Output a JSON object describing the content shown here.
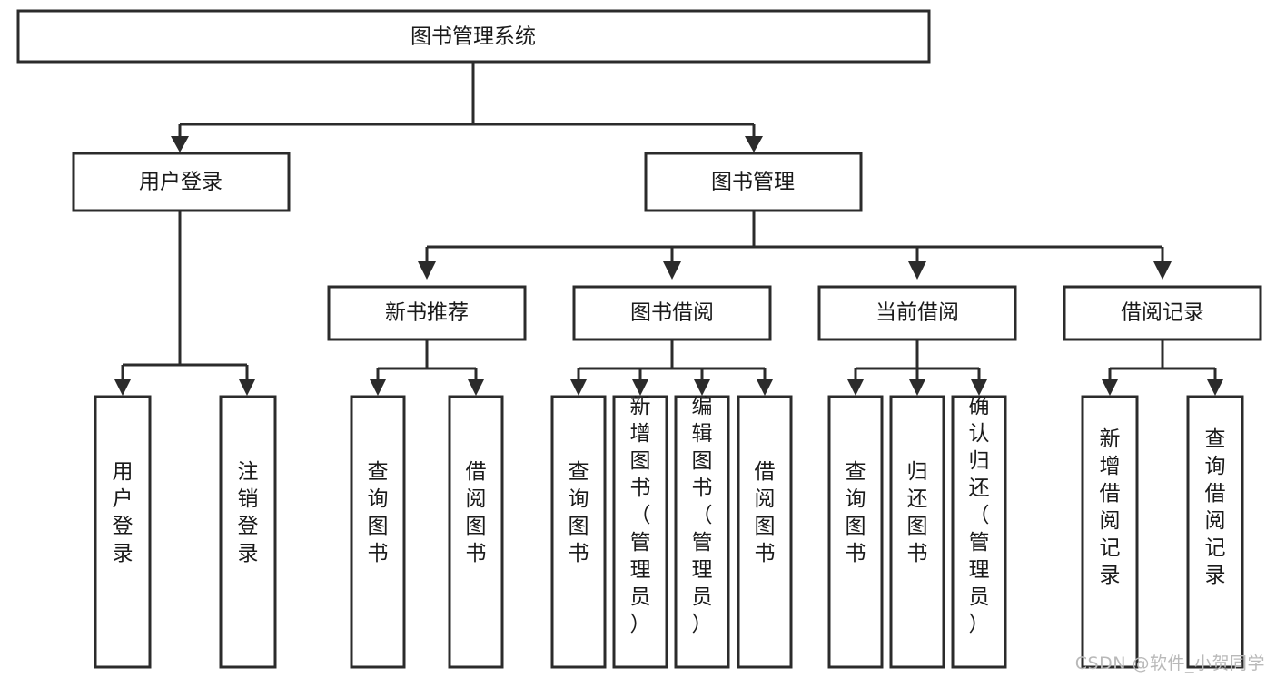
{
  "diagram": {
    "title": "图书管理系统",
    "watermark": "CSDN @软件_小贺同学",
    "orientation": "top-down-tree",
    "colors": {
      "background": "#ffffff",
      "box_stroke": "#2b2b2b",
      "box_fill": "#ffffff",
      "text": "#1a1a1a",
      "watermark": "#b9b9b9"
    },
    "nodes": {
      "root": {
        "label": "图书管理系统",
        "level": 1,
        "orientation": "horizontal"
      },
      "l2": [
        {
          "id": "user-login",
          "label": "用户登录",
          "level": 2,
          "orientation": "horizontal"
        },
        {
          "id": "book-manage",
          "label": "图书管理",
          "level": 2,
          "orientation": "horizontal"
        }
      ],
      "l3": [
        {
          "id": "new-book-recommend",
          "label": "新书推荐",
          "level": 3,
          "orientation": "horizontal"
        },
        {
          "id": "book-borrow",
          "label": "图书借阅",
          "level": 3,
          "orientation": "horizontal"
        },
        {
          "id": "current-borrow",
          "label": "当前借阅",
          "level": 3,
          "orientation": "horizontal"
        },
        {
          "id": "borrow-record",
          "label": "借阅记录",
          "level": 3,
          "orientation": "horizontal"
        }
      ],
      "leaves": [
        {
          "id": "leaf-user-login",
          "label": "用户登录",
          "parent": "user-login",
          "orientation": "vertical"
        },
        {
          "id": "leaf-user-logout",
          "label": "注销登录",
          "parent": "user-login",
          "orientation": "vertical"
        },
        {
          "id": "leaf-query-book-1",
          "label": "查询图书",
          "parent": "new-book-recommend",
          "orientation": "vertical"
        },
        {
          "id": "leaf-borrow-book-1",
          "label": "借阅图书",
          "parent": "new-book-recommend",
          "orientation": "vertical"
        },
        {
          "id": "leaf-query-book-2",
          "label": "查询图书",
          "parent": "book-borrow",
          "orientation": "vertical"
        },
        {
          "id": "leaf-add-book",
          "label": "新增图书（管理员）",
          "parent": "book-borrow",
          "orientation": "vertical"
        },
        {
          "id": "leaf-edit-book",
          "label": "编辑图书（管理员）",
          "parent": "book-borrow",
          "orientation": "vertical"
        },
        {
          "id": "leaf-borrow-book-2",
          "label": "借阅图书",
          "parent": "book-borrow",
          "orientation": "vertical"
        },
        {
          "id": "leaf-query-book-3",
          "label": "查询图书",
          "parent": "current-borrow",
          "orientation": "vertical"
        },
        {
          "id": "leaf-return-book",
          "label": "归还图书",
          "parent": "current-borrow",
          "orientation": "vertical"
        },
        {
          "id": "leaf-confirm-return",
          "label": "确认归还（管理员）",
          "parent": "current-borrow",
          "orientation": "vertical"
        },
        {
          "id": "leaf-add-record",
          "label": "新增借阅记录",
          "parent": "borrow-record",
          "orientation": "vertical"
        },
        {
          "id": "leaf-query-record",
          "label": "查询借阅记录",
          "parent": "borrow-record",
          "orientation": "vertical"
        }
      ]
    }
  }
}
